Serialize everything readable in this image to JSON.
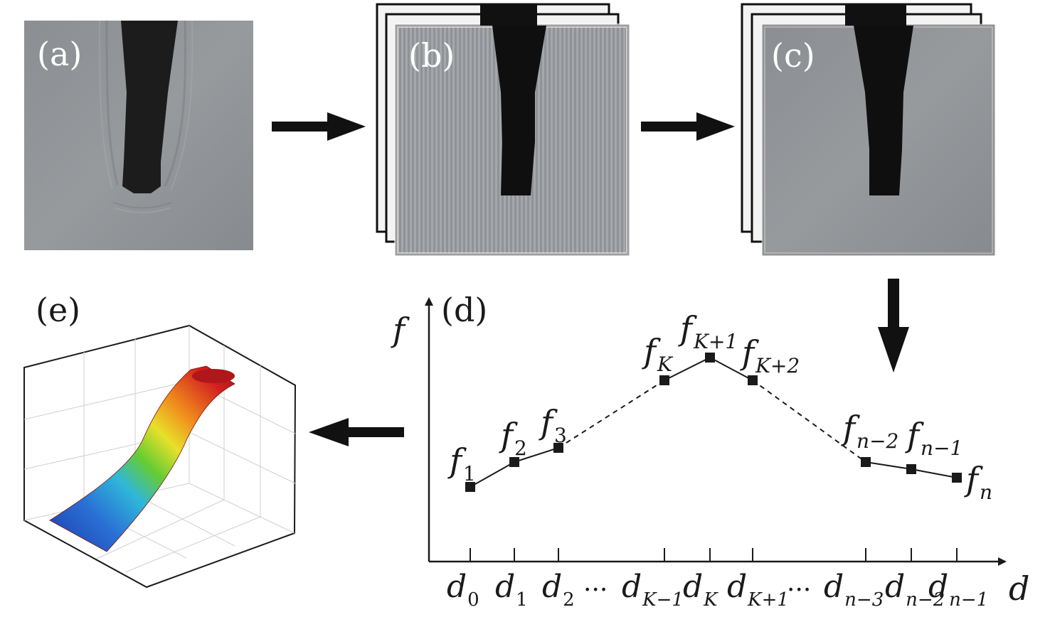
{
  "panels": {
    "a": "(a)",
    "b": "(b)",
    "c": "(c)",
    "d": "(d)",
    "e": "(e)"
  },
  "plot": {
    "y_axis_label": "f",
    "x_axis_label": "d",
    "points": [
      {
        "label": "f",
        "sub": "1"
      },
      {
        "label": "f",
        "sub": "2"
      },
      {
        "label": "f",
        "sub": "3"
      },
      {
        "label": "f",
        "sub": "K"
      },
      {
        "label": "f",
        "sub": "K+1"
      },
      {
        "label": "f",
        "sub": "K+2"
      },
      {
        "label": "f",
        "sub": "n−2"
      },
      {
        "label": "f",
        "sub": "n−1"
      },
      {
        "label": "f",
        "sub": "n"
      }
    ],
    "ticks": [
      {
        "label": "d",
        "sub": "0"
      },
      {
        "label": "d",
        "sub": "1"
      },
      {
        "label": "d",
        "sub": "2"
      },
      {
        "label": "d",
        "sub": "K−1"
      },
      {
        "label": "d",
        "sub": "K"
      },
      {
        "label": "d",
        "sub": "K+1"
      },
      {
        "label": "d",
        "sub": "n−3"
      },
      {
        "label": "d",
        "sub": "n−2"
      },
      {
        "label": "d",
        "sub": "n−1"
      }
    ],
    "ellipsis": "···"
  },
  "colors": {
    "microscope_gray": "#8c8f93",
    "stack_border": "#111111",
    "plot_ink": "#1a1a1a",
    "surface_low": "#1f3fbf",
    "surface_mid": "#7ed321",
    "surface_high": "#c8141e"
  }
}
